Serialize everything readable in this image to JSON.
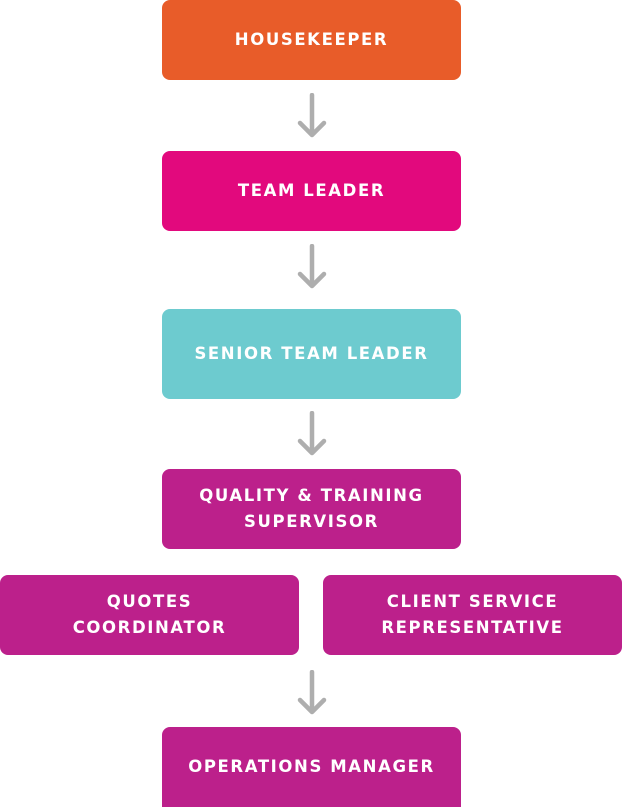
{
  "diagram": {
    "type": "career-progression-flowchart",
    "nodes": [
      {
        "id": "housekeeper",
        "label": "HOUSEKEEPER",
        "color": "#E85C29"
      },
      {
        "id": "team-leader",
        "label": "TEAM LEADER",
        "color": "#E2097D"
      },
      {
        "id": "senior-team-leader",
        "label": "SENIOR TEAM LEADER",
        "color": "#6DCBCF"
      },
      {
        "id": "quality-training-supervisor",
        "label": "QUALITY & TRAINING\nSUPERVISOR",
        "color": "#BC208B"
      },
      {
        "id": "quotes-coordinator",
        "label": "QUOTES\nCOORDINATOR",
        "color": "#BC208B"
      },
      {
        "id": "client-service-representative",
        "label": "CLIENT SERVICE\nREPRESENTATIVE",
        "color": "#BC208B"
      },
      {
        "id": "operations-manager",
        "label": "OPERATIONS MANAGER",
        "color": "#BC208B"
      }
    ],
    "edges": [
      {
        "from": "housekeeper",
        "to": "team-leader"
      },
      {
        "from": "team-leader",
        "to": "senior-team-leader"
      },
      {
        "from": "senior-team-leader",
        "to": "quality-training-supervisor"
      },
      {
        "from": "quotes-coordinator",
        "to": "operations-manager"
      },
      {
        "from": "client-service-representative",
        "to": "operations-manager"
      }
    ],
    "arrow_color": "#AEAEAE",
    "arrow_icon": "arrow-down-icon"
  }
}
